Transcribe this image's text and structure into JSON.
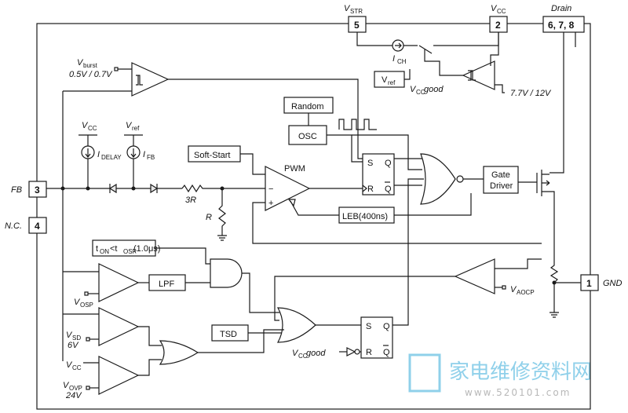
{
  "pins": {
    "vstr": {
      "name": "V",
      "sub": "STR",
      "num": "5"
    },
    "vcc": {
      "name": "V",
      "sub": "CC",
      "num": "2"
    },
    "drain": {
      "name": "Drain",
      "num": "6, 7, 8"
    },
    "fb": {
      "name": "FB",
      "num": "3"
    },
    "nc": {
      "name": "N.C.",
      "num": "4"
    },
    "gnd": {
      "name": "GND",
      "num": "1"
    }
  },
  "labels": {
    "vburst": "V",
    "vburst_sub": "burst",
    "vburst_val": "0.5V / 0.7V",
    "vcc_good": "V",
    "vcc_good_sub": "CC",
    "vcc_good_txt": " good",
    "uvlo": "7.7V / 12V",
    "vref": "V",
    "vref_sub": "ref",
    "ich": "I",
    "ich_sub": "CH",
    "random": "Random",
    "osc": "OSC",
    "softstart": "Soft-Start",
    "pwm": "PWM",
    "leb": "LEB(400ns)",
    "gate_driver_1": "Gate",
    "gate_driver_2": "Driver",
    "vcc_left": "V",
    "vcc_left_sub": "CC",
    "vref_left": "V",
    "vref_left_sub": "ref",
    "idelay": "I",
    "idelay_sub": "DELAY",
    "ifb": "I",
    "ifb_sub": "FB",
    "r3": "3R",
    "r": "R",
    "timer_1": "t",
    "timer_1_sub": "ON",
    "timer_2": "<t",
    "timer_2_sub": "OSP",
    "timer_3": "(1.0μs)",
    "lpf": "LPF",
    "vosp": "V",
    "vosp_sub": "OSP",
    "tsd": "TSD",
    "vsd": "V",
    "vsd_sub": "SD",
    "vsd_val": "6V",
    "vcc_ov": "V",
    "vcc_ov_sub": "CC",
    "vovp": "V",
    "vovp_sub": "OVP",
    "vovp_val": "24V",
    "vaocp": "V",
    "vaocp_sub": "AOCP",
    "vccgood2": "V",
    "vccgood2_sub": "CC",
    "vccgood2_txt": " good",
    "ff_s": "S",
    "ff_r": "R",
    "ff_q": "Q",
    "ff_qb": "Q"
  },
  "watermark": {
    "cn": "家电维修资料网",
    "url": "www.520101.com"
  }
}
